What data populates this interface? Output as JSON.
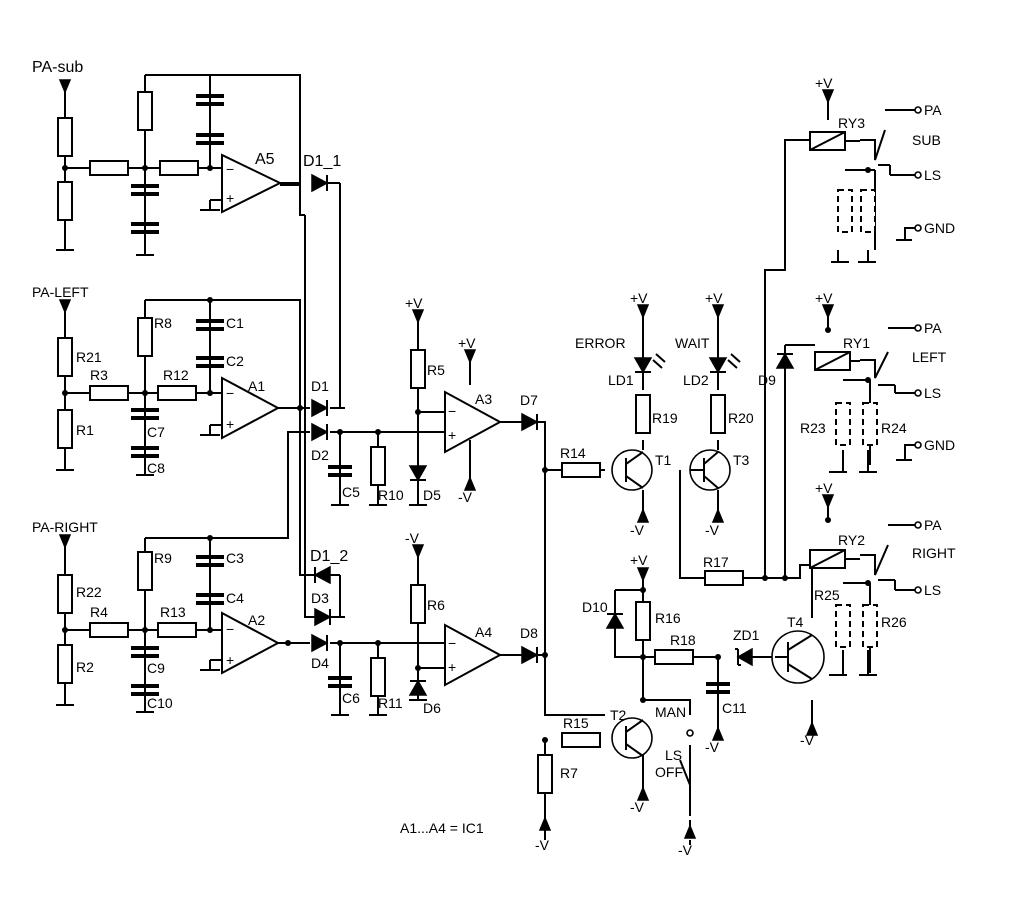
{
  "labels": {
    "pa_sub": "PA-sub",
    "pa_left": "PA-LEFT",
    "pa_right": "PA-RIGHT",
    "plus_v": "+V",
    "minus_v": "-V",
    "error": "ERROR",
    "wait": "WAIT",
    "man": "MAN",
    "ls": "LS",
    "off": "OFF",
    "footer_note": "A1...A4 = IC1",
    "out_pa": "PA",
    "out_ls": "LS",
    "out_gnd": "GND",
    "ch_sub": "SUB",
    "ch_left": "LEFT",
    "ch_right": "RIGHT"
  },
  "components": {
    "opamps": [
      "A5",
      "A1",
      "A2",
      "A3",
      "A4"
    ],
    "resistors": [
      "R1",
      "R2",
      "R3",
      "R4",
      "R5",
      "R6",
      "R7",
      "R8",
      "R9",
      "R10",
      "R11",
      "R12",
      "R13",
      "R14",
      "R15",
      "R16",
      "R17",
      "R18",
      "R19",
      "R20",
      "R21",
      "R22",
      "R23",
      "R24",
      "R25",
      "R26"
    ],
    "capacitors": [
      "C1",
      "C2",
      "C3",
      "C4",
      "C5",
      "C6",
      "C7",
      "C8",
      "C9",
      "C10",
      "C11"
    ],
    "diodes": [
      "D1_1",
      "D1",
      "D2",
      "D1_2",
      "D3",
      "D4",
      "D5",
      "D6",
      "D7",
      "D8",
      "D9",
      "D10",
      "ZD1"
    ],
    "leds": [
      "LD1",
      "LD2"
    ],
    "transistors": [
      "T1",
      "T2",
      "T3",
      "T4"
    ],
    "relays": [
      "RY1",
      "RY2",
      "RY3"
    ]
  }
}
